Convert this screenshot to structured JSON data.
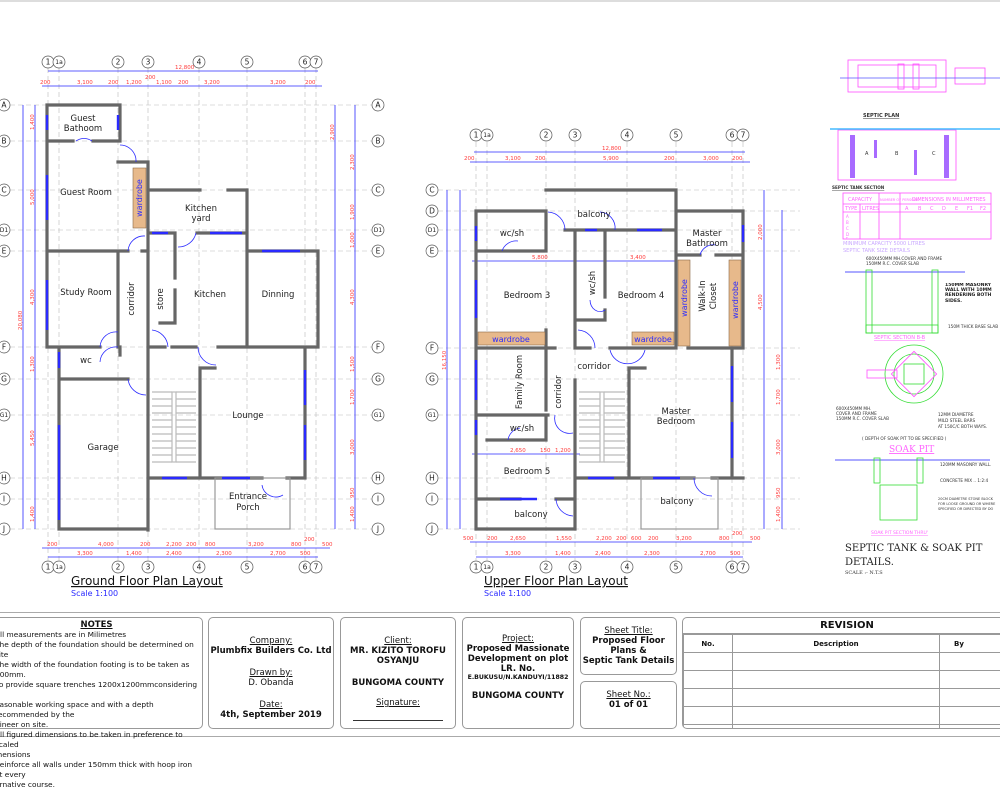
{
  "ground_floor": {
    "title": "Ground Floor Plan Layout",
    "scale": "Scale 1:100",
    "rooms": [
      "Guest",
      "Bathoom",
      "Guest Room",
      "wardrobe",
      "Kitchen",
      "yard",
      "Study Room",
      "corridor",
      "store",
      "Kitchen",
      "Dinning",
      "wc",
      "Lounge",
      "Garage",
      "Entrance",
      "Porch"
    ],
    "top_overall": "12,800",
    "top_dims": [
      "200",
      "3,100",
      "200",
      "1,200",
      "200",
      "1,100",
      "200",
      "3,200",
      "3,200",
      "200"
    ],
    "bottom_dims_1": [
      "200",
      "4,000",
      "200",
      "2,200",
      "200",
      "800",
      "3,200",
      "800",
      "200",
      "500"
    ],
    "bottom_dims_2": [
      "3,300",
      "1,400",
      "2,400",
      "2,300",
      "2,700",
      "500"
    ],
    "left_overall": "20,080",
    "left_dims": [
      "1,400",
      "5,000",
      "4,300",
      "1,300",
      "5,450",
      "1,400"
    ],
    "right_dims": [
      "2,900",
      "2,300",
      "1,900",
      "1,000",
      "4,300",
      "1,500",
      "1,700",
      "3,000",
      "950",
      "1,400"
    ]
  },
  "upper_floor": {
    "title": "Upper Floor Plan Layout",
    "scale": "Scale 1:100",
    "rooms": [
      "balcony",
      "wc/sh",
      "Master",
      "Bathroom",
      "Bedroom 3",
      "wc/sh",
      "Bedroom 4",
      "wardrobe",
      "Walk-In",
      "Closet",
      "wardrobe",
      "wardrobe",
      "wardrobe",
      "Family Room",
      "corridor",
      "corridor",
      "Master",
      "Bedroom",
      "wc/sh",
      "Bedroom 5",
      "balcony",
      "balcony"
    ],
    "top_overall": "12,800",
    "top_dims": [
      "200",
      "3,100",
      "200",
      "5,900",
      "200",
      "3,000",
      "200"
    ],
    "inner_dims": [
      "5,800",
      "3,400",
      "2,650",
      "150",
      "1,200"
    ],
    "bottom_dims_1": [
      "500",
      "200",
      "2,650",
      "1,550",
      "2,200",
      "200",
      "600",
      "200",
      "3,200",
      "800",
      "200",
      "500"
    ],
    "bottom_dims_2": [
      "3,300",
      "1,400",
      "2,400",
      "2,300",
      "2,700",
      "500"
    ],
    "left_overall": "16,150",
    "right_dims": [
      "2,000",
      "4,500",
      "1,300",
      "1,700",
      "3,000",
      "950",
      "1,400"
    ]
  },
  "grid": {
    "columns": [
      "1",
      "1a",
      "2",
      "3",
      "4",
      "5",
      "6",
      "7"
    ],
    "rows_ground": [
      "A",
      "B",
      "C",
      "D1",
      "E",
      "F",
      "G",
      "G1",
      "H",
      "I",
      "J"
    ],
    "rows_upper": [
      "C",
      "D",
      "D1",
      "E",
      "F",
      "G",
      "G1",
      "H",
      "I",
      "J"
    ]
  },
  "septic": {
    "plan_title": "SEPTIC PLAN",
    "section_title": "SEPTIC TANK SECTION",
    "chambers": [
      "A",
      "B",
      "C"
    ],
    "table_headers": [
      "CAPACITY",
      "NUMBER OF PERSONS",
      "DIMENSIONS IN MILLIMETRES"
    ],
    "table_subheaders": [
      "TYPE",
      "LITRES",
      "A",
      "B",
      "C",
      "D",
      "E",
      "F1",
      "F2"
    ],
    "table_types": [
      "A",
      "B",
      "C",
      "D",
      "E"
    ],
    "min_capacity": "MINIMUM CAPACITY 5000 LITRES",
    "size_details": "SEPTIC TANK SIZE DETAILS",
    "cover_note_1": "600X450MM MH.COVER AND FRAME",
    "cover_note_2": "150MM R.C. COVER SLAB",
    "wall_note": "150MM MASONRY WALL WITH 10MM RENDERING BOTH SIDES.",
    "base_note": "150M THICK BASE SLAB",
    "section_bb": "SEPTIC SECTION B-B",
    "mh_note_1": "600X450MM MH.",
    "mh_note_2": "COVER AND FRAME",
    "mh_note_3": "150MM R.C. COVER SLAB",
    "bars_note_1": "12MM DIAMETRE",
    "bars_note_2": "MILD STEEL BARS",
    "bars_note_3": "AT 150C/C BOTH WAYS.",
    "depth_note": "( DEPTH OF SOAK PIT TO BE SPECIFIED )",
    "soak_pit": "SOAK PIT",
    "soak_wall": "120MM MASONRY WALL.",
    "concrete": "CONCRETE MIX .. 1:2:4",
    "stone_1": "20CM DIAMETRE STONE BLOCK",
    "stone_2": "FOR LOOSE GROUND OR WHERE",
    "stone_3": "SPECIFIED OR DIRECTED BY DO",
    "soak_section": "SOAK PIT SECTION THRU'",
    "details_title_1": "SEPTIC TANK & SOAK PIT",
    "details_title_2": "DETAILS.",
    "details_scale": "SCALE :-  N.T.S"
  },
  "title_block": {
    "notes_heading": "NOTES",
    "notes": [
      "All measurements are in Milimetres",
      "The depth of the foundation should be determined on site",
      " The width of the foundation footing is to be taken as 600mm.",
      "so provide square trenches 1200x1200mmconsidering a",
      "easonable working space and with a depth recommended by the",
      "gineer on site.",
      "All figured dimensions to be taken in preference to scaled",
      "mensions",
      "Reinforce all walls under 150mm thick with hoop iron at every",
      "ernative course."
    ],
    "company_label": "Company:",
    "company": "Plumbfix Builders Co. Ltd",
    "drawn_label": "Drawn by:",
    "drawn_by": "D. Obanda",
    "date_label": "Date:",
    "date": "4th, September 2019",
    "client_label": "Client:",
    "client_1": "MR. KIZITO TOROFU",
    "client_2": "OSYANJU",
    "client_county": "BUNGOMA COUNTY",
    "signature_label": "Signature:",
    "project_label": "Project:",
    "project_1": "Proposed Massionate",
    "project_2": "Development on plot",
    "project_3": "LR. No.",
    "project_lr": "E.BUKUSU/N.KANDUYI/11882",
    "project_county": "BUNGOMA COUNTY",
    "sheet_title_label": "Sheet Title:",
    "sheet_title_1": "Proposed Floor Plans &",
    "sheet_title_2": "Septic Tank Details",
    "sheet_no_label": "Sheet No.:",
    "sheet_no": "01 of 01",
    "revision_title": "REVISION",
    "revision_headers": [
      "No.",
      "Description",
      "By"
    ]
  },
  "colors": {
    "wall": "#666666",
    "dimension_line": "#2a2aff",
    "dimension_text": "#ff3b3b",
    "wardrobe": "#e7b98b",
    "window": "#2a2aff",
    "septic": "#ff4fff",
    "soak_pit": "#33dd33"
  }
}
